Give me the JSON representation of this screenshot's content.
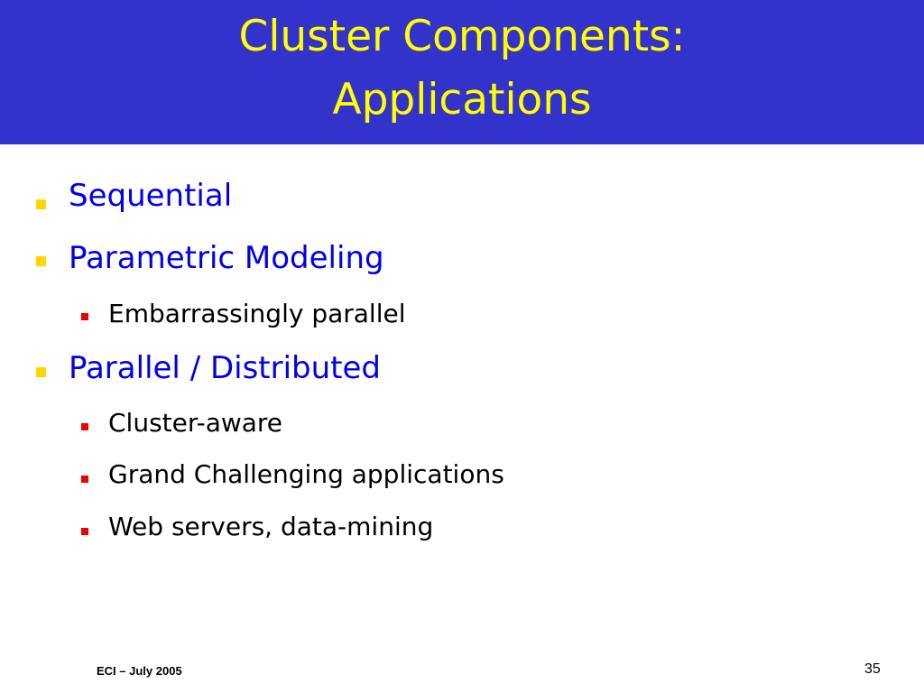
{
  "slide": {
    "title_line1": "Cluster Components:",
    "title_line2": "Applications"
  },
  "bullets": [
    {
      "text": "Sequential",
      "level": 1
    },
    {
      "text": "Parametric Modeling",
      "level": 1
    },
    {
      "text": "Embarrassingly parallel",
      "level": 2
    },
    {
      "text": "Parallel / Distributed",
      "level": 1
    },
    {
      "text": "Cluster-aware",
      "level": 2
    },
    {
      "text": "Grand Challenging applications",
      "level": 2
    },
    {
      "text": "Web servers, data-mining",
      "level": 2
    }
  ],
  "footer": {
    "left": "ECI – July 2005",
    "page_number": "35"
  },
  "colors": {
    "title_band": "#3333cc",
    "title_text": "#ffff00",
    "level1_text": "#0000ee",
    "level1_marker": "#ffd700",
    "level2_marker": "#ee0000"
  }
}
